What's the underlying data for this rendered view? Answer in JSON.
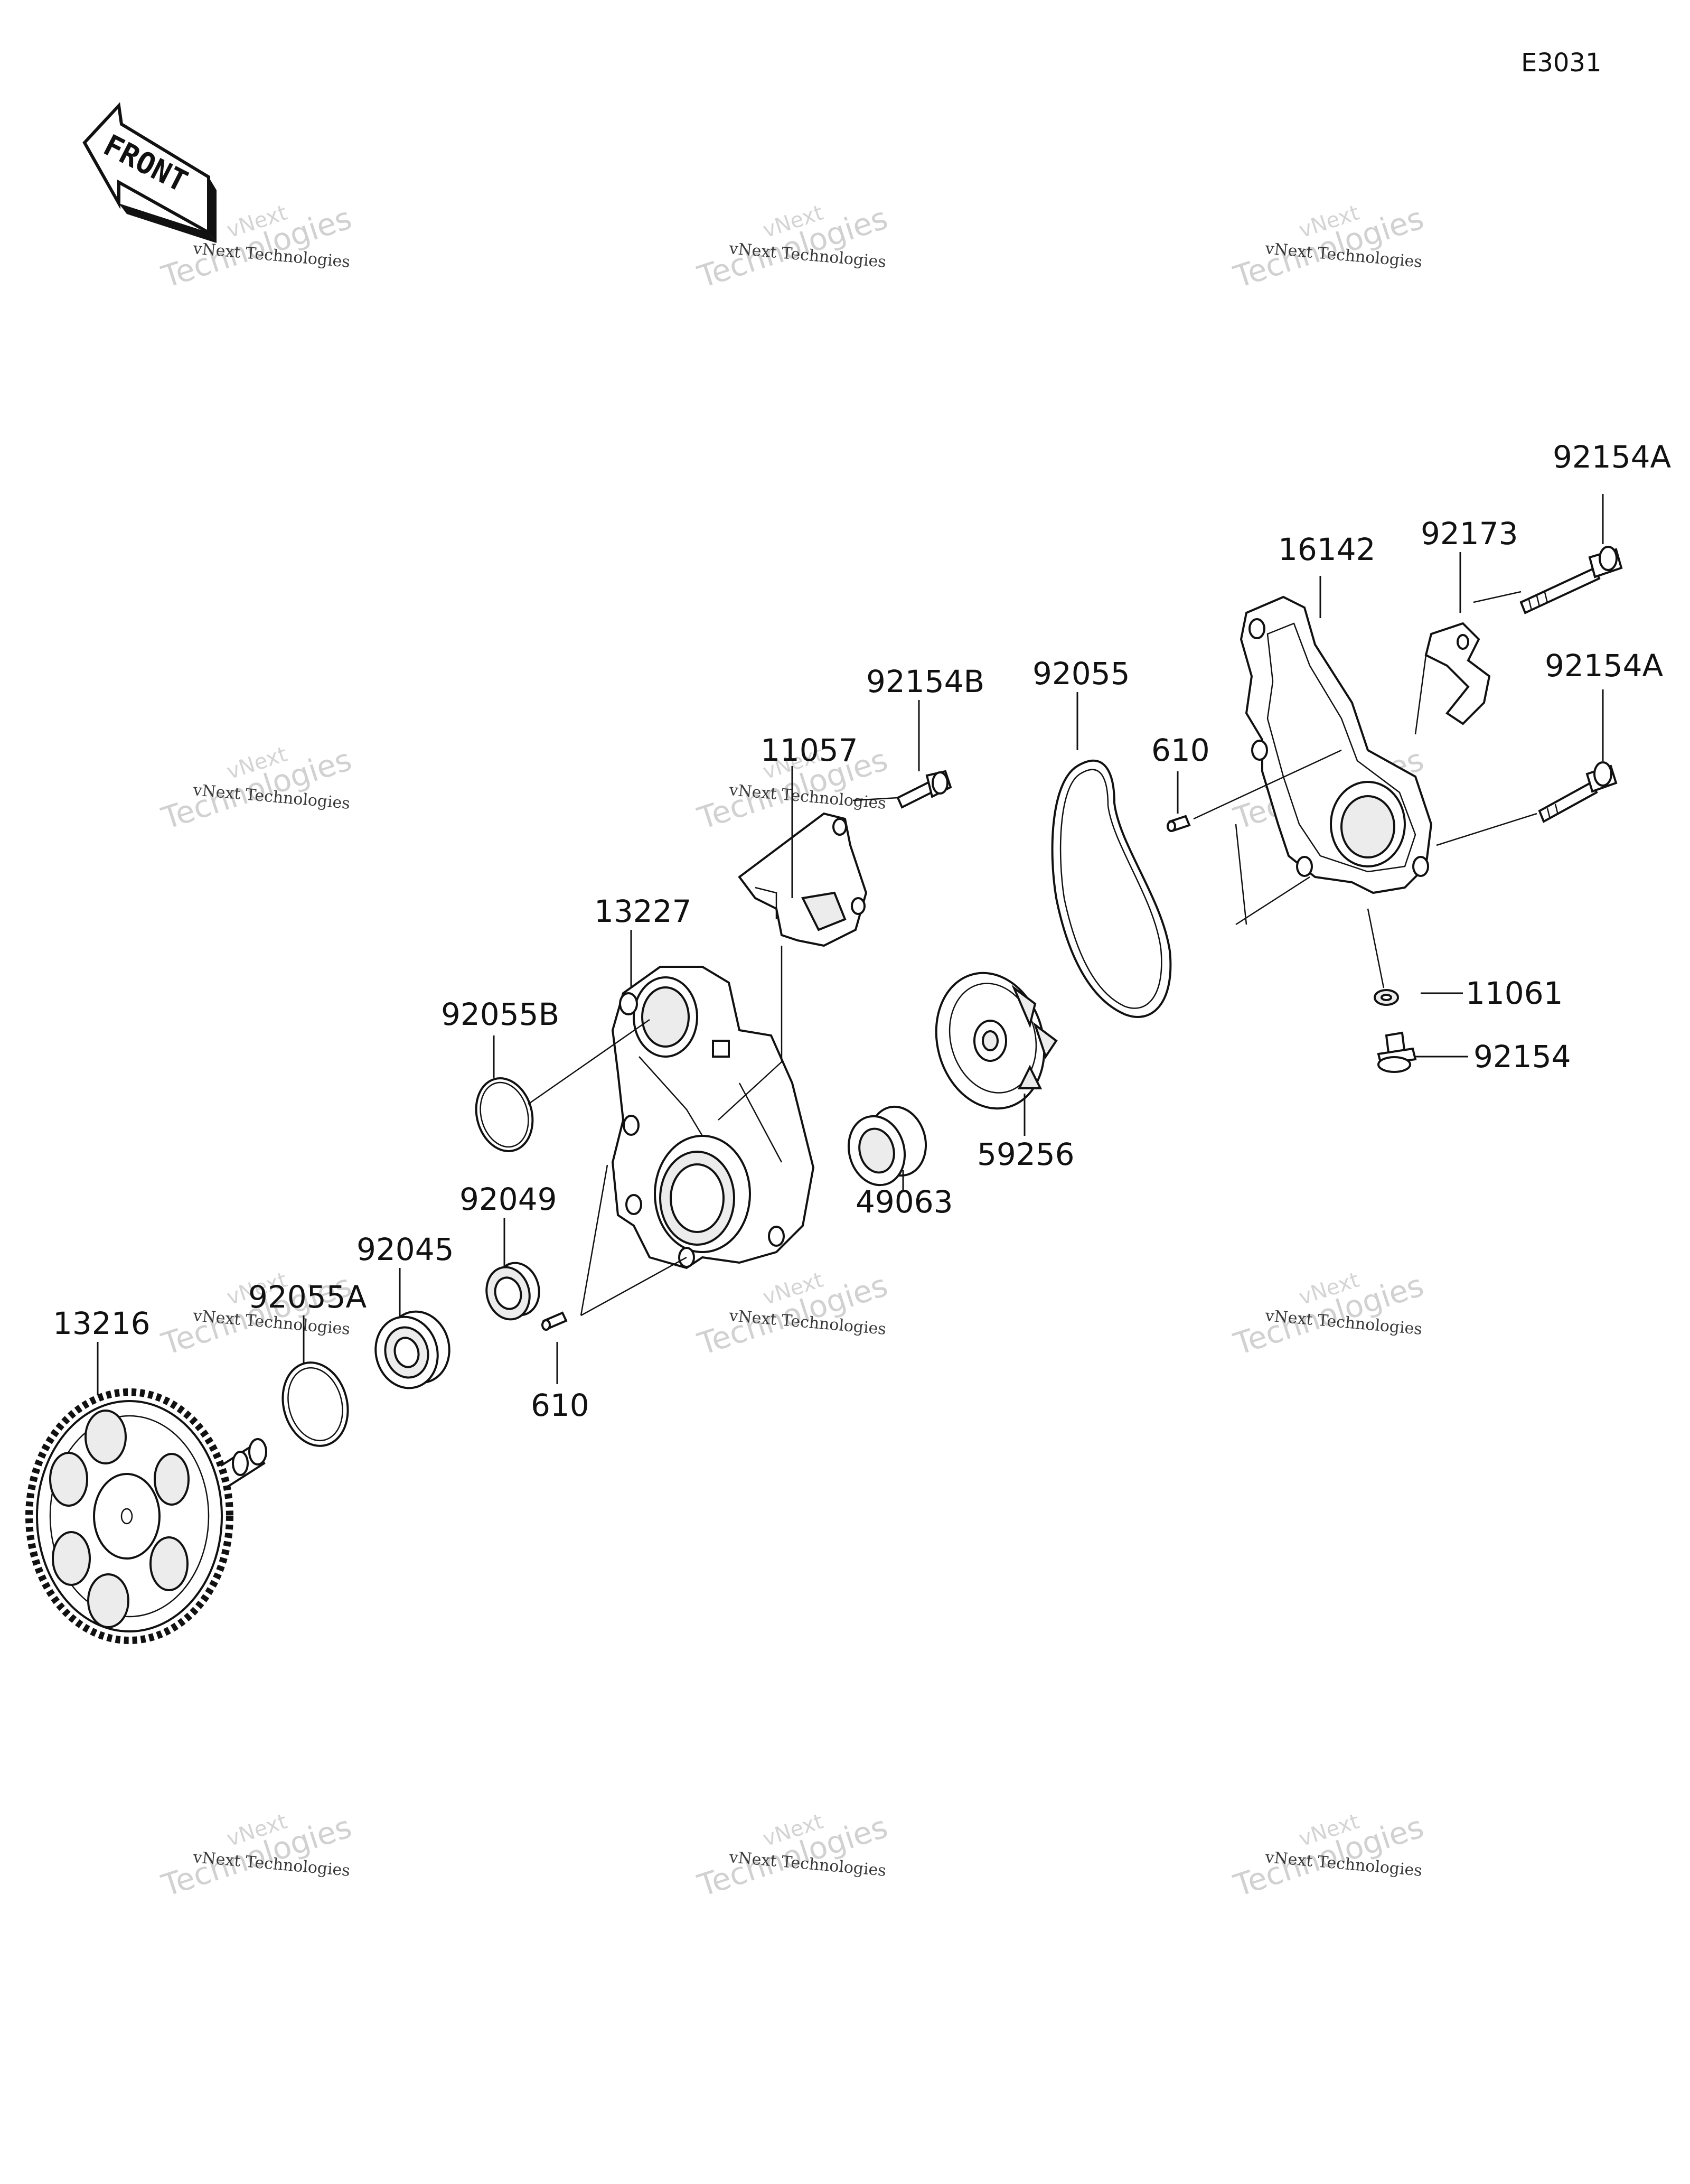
{
  "diagram_code": "E3031",
  "front_label": "FRONT",
  "watermark": {
    "line1": "vNext Technologies",
    "line2": "Technologies",
    "line3": "vNext"
  },
  "callouts": [
    {
      "id": "c-92154A-top",
      "label": "92154A"
    },
    {
      "id": "c-92173",
      "label": "92173"
    },
    {
      "id": "c-16142",
      "label": "16142"
    },
    {
      "id": "c-92154A-mid",
      "label": "92154A"
    },
    {
      "id": "c-92055",
      "label": "92055"
    },
    {
      "id": "c-610-upper",
      "label": "610"
    },
    {
      "id": "c-92154B",
      "label": "92154B"
    },
    {
      "id": "c-11057",
      "label": "11057"
    },
    {
      "id": "c-13227",
      "label": "13227"
    },
    {
      "id": "c-92055B",
      "label": "92055B"
    },
    {
      "id": "c-11061",
      "label": "11061"
    },
    {
      "id": "c-92154",
      "label": "92154"
    },
    {
      "id": "c-59256",
      "label": "59256"
    },
    {
      "id": "c-49063",
      "label": "49063"
    },
    {
      "id": "c-92049",
      "label": "92049"
    },
    {
      "id": "c-92045",
      "label": "92045"
    },
    {
      "id": "c-92055A",
      "label": "92055A"
    },
    {
      "id": "c-13216",
      "label": "13216"
    },
    {
      "id": "c-610-lower",
      "label": "610"
    }
  ]
}
